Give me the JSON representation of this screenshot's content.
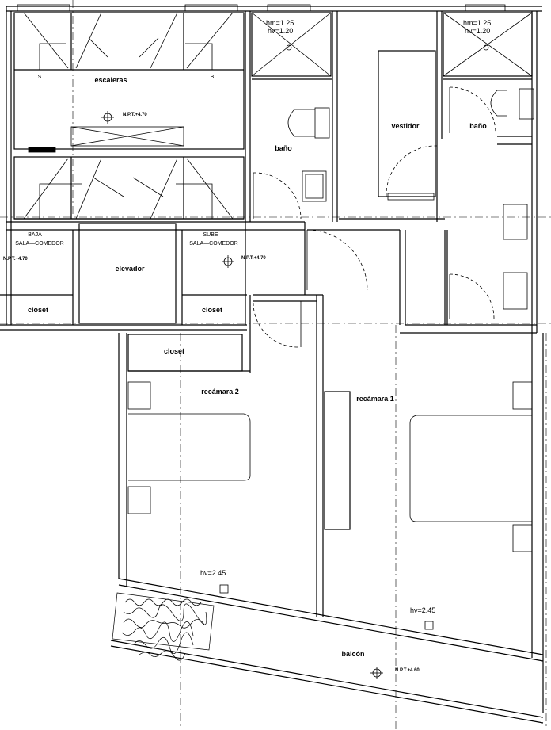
{
  "rooms": {
    "escaleras": "escaleras",
    "bano_1": "baño",
    "vestidor": "vestidor",
    "bano_2": "baño",
    "elevador": "elevador",
    "closet_1": "closet",
    "closet_2": "closet",
    "closet_3": "closet",
    "recamara_2": "recámara 2",
    "recamara_1": "recámara 1",
    "balcon": "balcón"
  },
  "stairs": {
    "s": "S",
    "b": "B",
    "baja": "BAJA",
    "sube": "SUBE",
    "sala_comedor_1": "SALA—COMEDOR",
    "sala_comedor_2": "SALA—COMEDOR"
  },
  "levels": {
    "npt_stairs": "N.P.T.+4.70",
    "npt_left": "N.P.T.+4.70",
    "npt_hall": "N.P.T.+4.70",
    "npt_balcon": "N.P.T.+4.60"
  },
  "windows": {
    "hm_1": "hm=1.25",
    "hv_1": "hv=1.20",
    "hm_2": "hm=1.25",
    "hv_2": "hv=1.20",
    "hv_rec2": "hv=2.45",
    "hv_rec1": "hv=2.45"
  }
}
